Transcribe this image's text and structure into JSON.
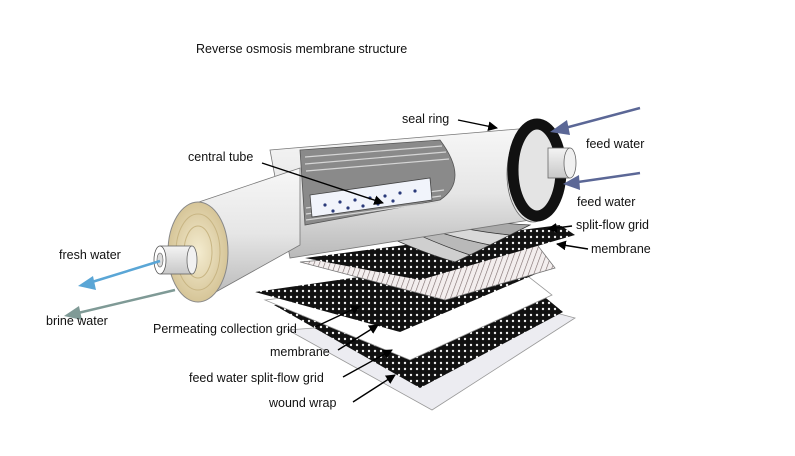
{
  "title": "Reverse osmosis membrane structure",
  "labels": {
    "seal_ring": "seal ring",
    "central_tube": "central tube",
    "feed_water_top": "feed water",
    "feed_water_bottom": "feed water",
    "split_flow_grid": "split-flow grid",
    "membrane_right": "membrane",
    "fresh_water": "fresh water",
    "brine_water": "brine water",
    "permeating_grid": "Permeating collection grid",
    "membrane_left": "membrane",
    "feed_split_grid": "feed water split-flow grid",
    "wound_wrap": "wound wrap"
  },
  "colors": {
    "feed_arrow": "#5b6796",
    "fresh_arrow": "#5aa6d6",
    "brine_arrow": "#7f9a96",
    "shell": "#ececec",
    "seal": "#111111",
    "core": "#e8dcb4"
  }
}
